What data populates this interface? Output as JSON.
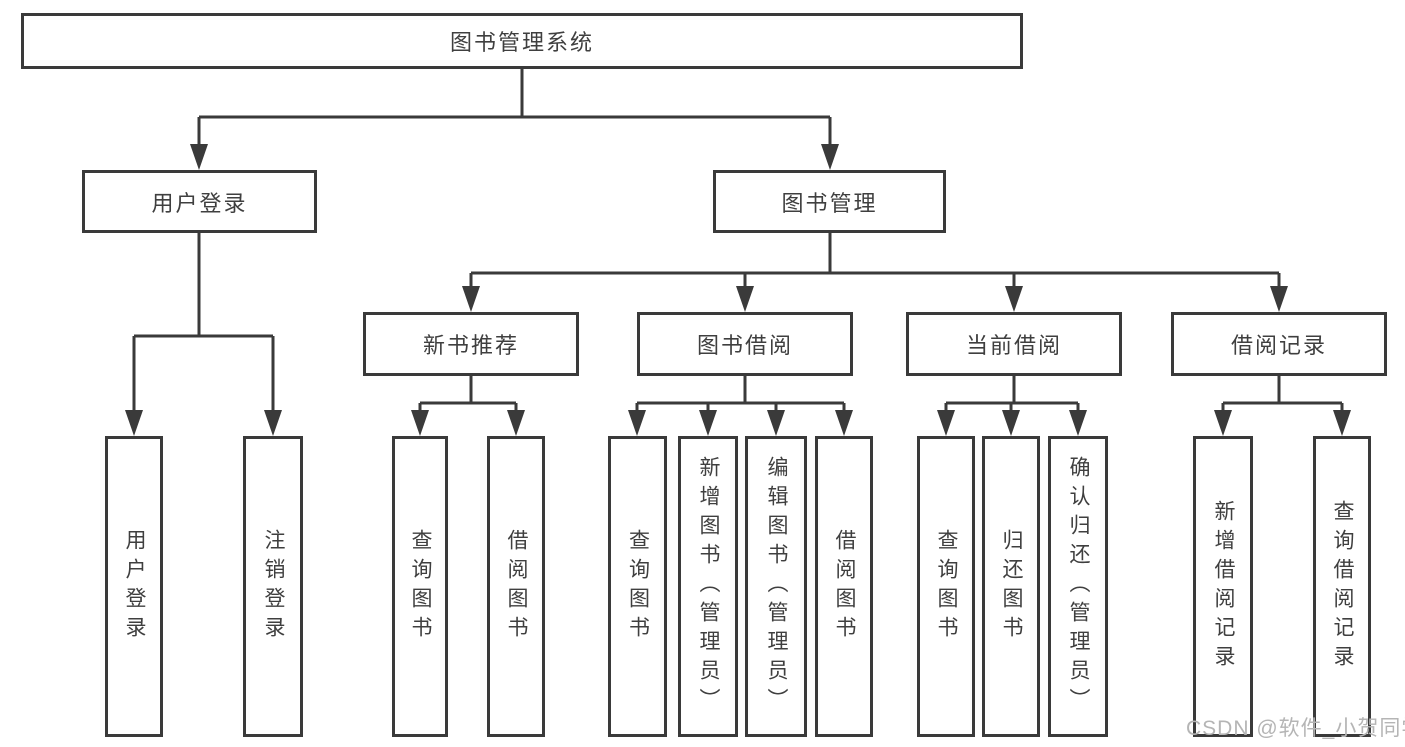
{
  "title": "图书管理系统",
  "colors": {
    "line": "#3a3a3a",
    "text": "#3f3f3f",
    "watermark": "#b5b5b5",
    "background": "#ffffff"
  },
  "tree": {
    "root": "图书管理系统",
    "branches": [
      {
        "label": "用户登录",
        "children": [
          "用户登录",
          "注销登录"
        ]
      },
      {
        "label": "图书管理",
        "sections": [
          {
            "label": "新书推荐",
            "children": [
              "查询图书",
              "借阅图书"
            ]
          },
          {
            "label": "图书借阅",
            "children": [
              "查询图书",
              "新增图书（管理员）",
              "编辑图书（管理员）",
              "借阅图书"
            ]
          },
          {
            "label": "当前借阅",
            "children": [
              "查询图书",
              "归还图书",
              "确认归还（管理员）"
            ]
          },
          {
            "label": "借阅记录",
            "children": [
              "新增借阅记录",
              "查询借阅记录"
            ]
          }
        ]
      }
    ]
  },
  "watermark": "CSDN @软件_小贺同学"
}
